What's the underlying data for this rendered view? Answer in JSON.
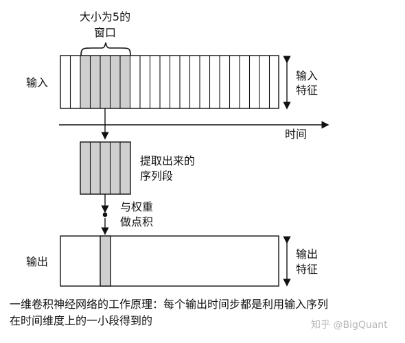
{
  "diagram": {
    "window_label_line1": "大小为5的",
    "window_label_line2": "窗口",
    "input_label": "输入",
    "input_feature_line1": "输入",
    "input_feature_line2": "特征",
    "time_label": "时间",
    "extracted_line1": "提取出来的",
    "extracted_line2": "序列段",
    "dot_product_line1": "与权重",
    "dot_product_line2": "做点积",
    "output_label": "输出",
    "output_feature_line1": "输出",
    "output_feature_line2": "特征",
    "window_size": 5,
    "colors": {
      "line": "#111111",
      "highlight": "#cfcfcf",
      "background": "#ffffff"
    }
  },
  "caption": {
    "line1": "一维卷积神经网络的工作原理：每个输出时间步都是利用输入序列",
    "line2": "在时间维度上的一小段得到的"
  },
  "watermark": "知乎 @BigQuant"
}
